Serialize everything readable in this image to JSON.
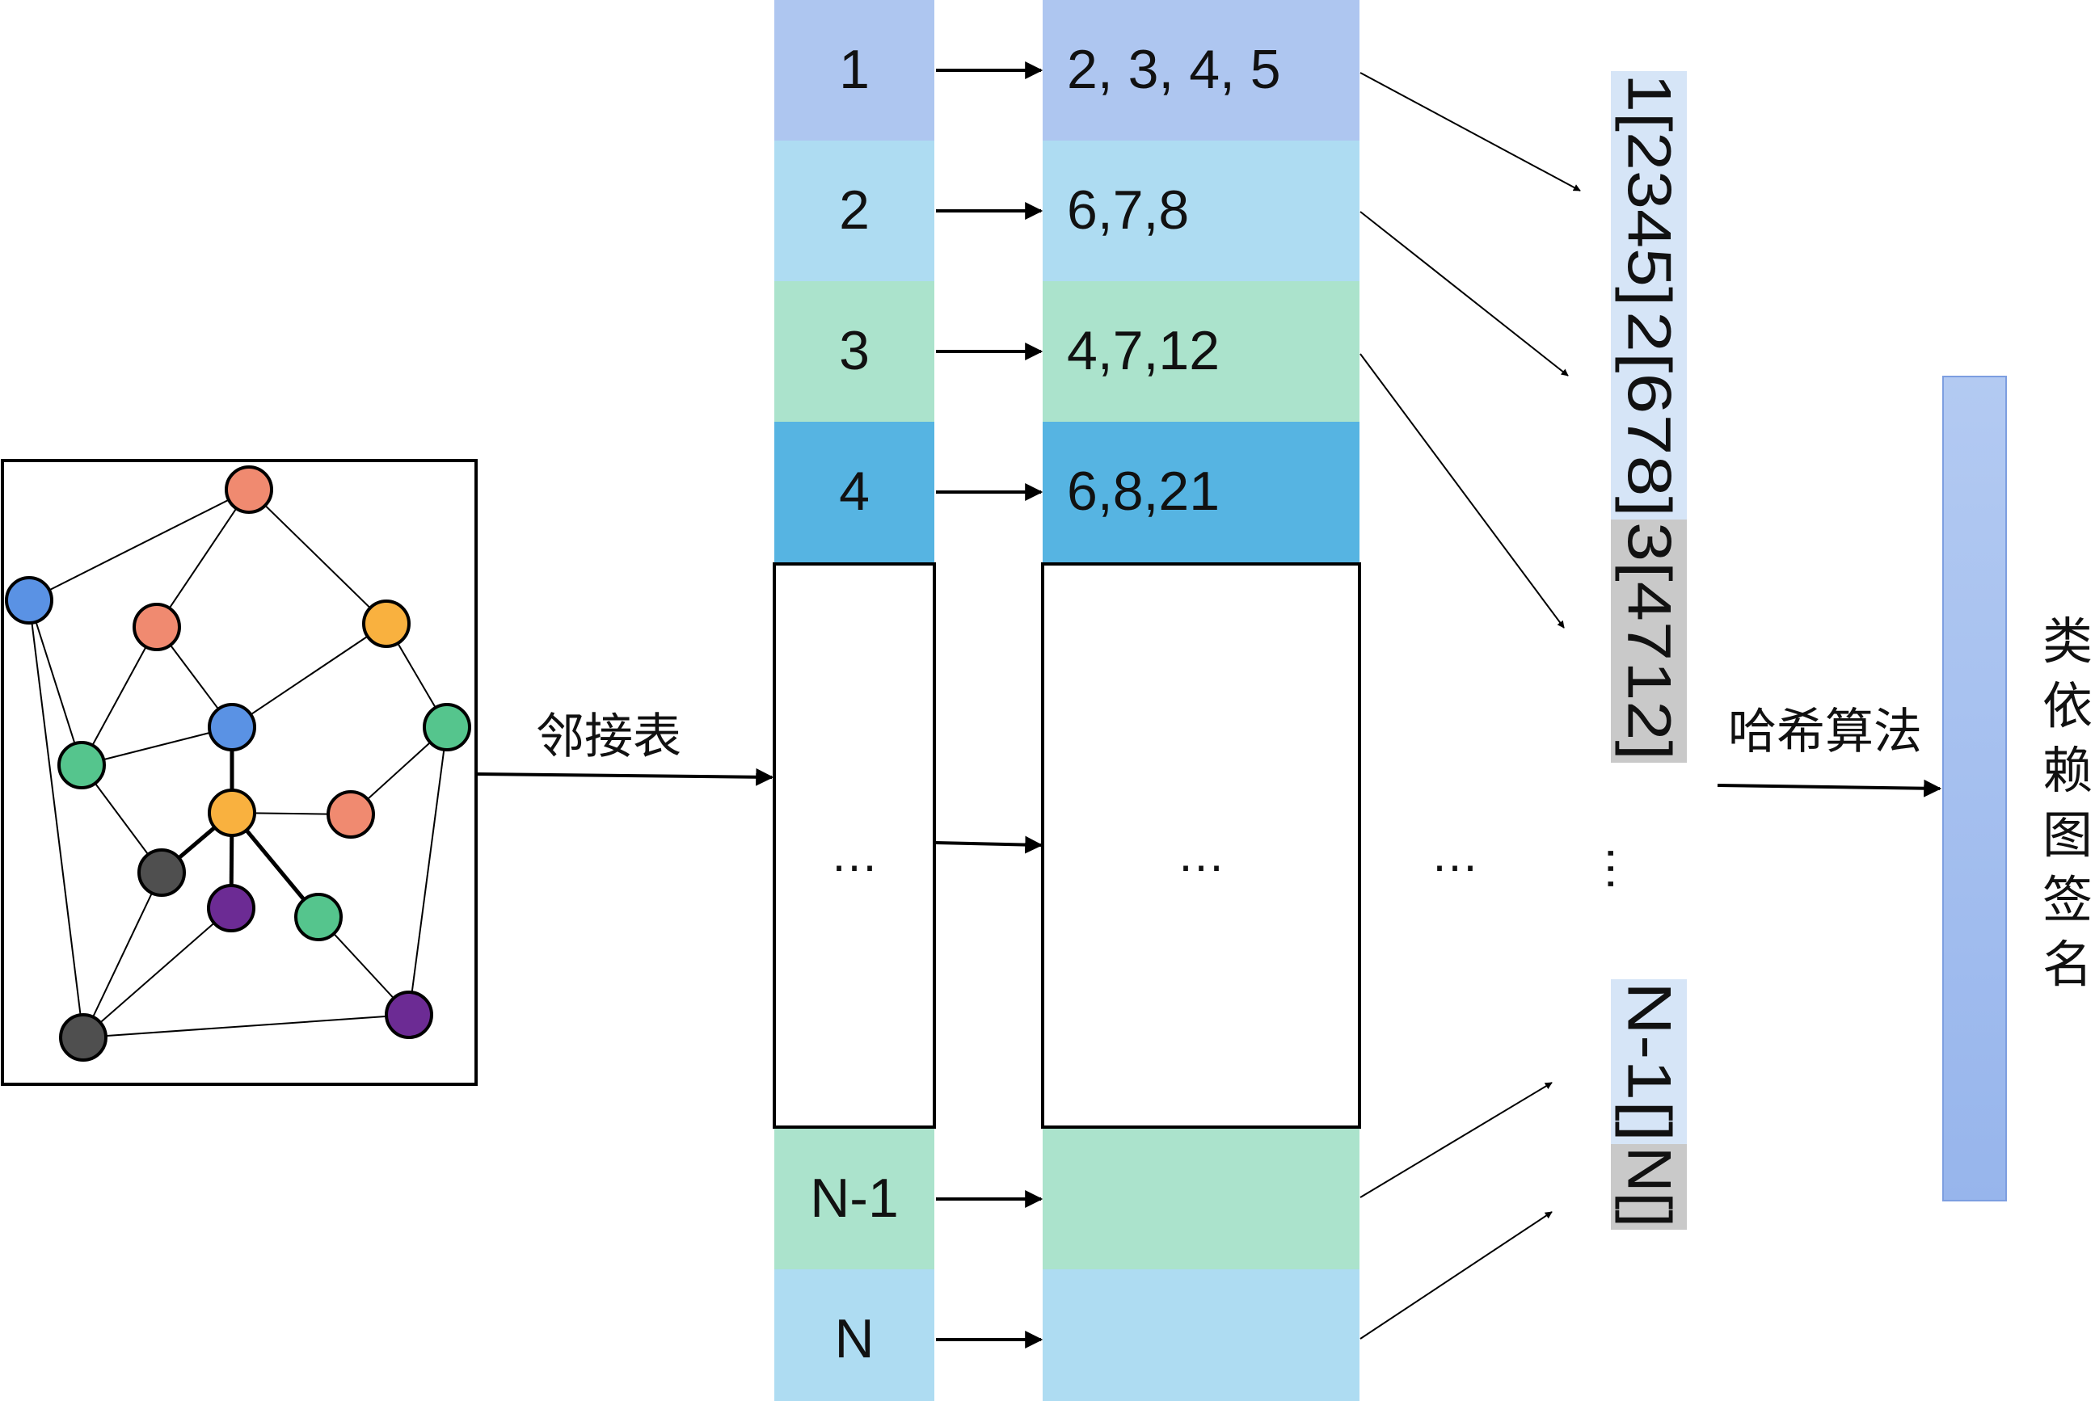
{
  "colors": {
    "row1": "#aec6f0",
    "row2": "#aedcf2",
    "row3": "#abe3cc",
    "row4": "#56b4e2",
    "rowN1": "#abe3cc",
    "rowN": "#aedcf2",
    "line": "#000000",
    "nodeOrange": "#f08a70",
    "nodeYellow": "#f9b13f",
    "nodeBlue": "#5a92e4",
    "nodeGreen": "#55c58d",
    "nodeGray": "#4f4f4f",
    "nodePurple": "#6c2b94",
    "sigLight": "#d6e5f7",
    "sigGray": "#c9c9c9",
    "barTop": "#b3caf2",
    "barBottom": "#97b5ec"
  },
  "edge_label": "邻接表",
  "hash_label": "哈希算法",
  "result_label": "类依赖图签名",
  "table": {
    "rows": [
      {
        "key": "1",
        "neighbors": "2, 3, 4, 5",
        "color": "row1"
      },
      {
        "key": "2",
        "neighbors": "6,7,8",
        "color": "row2"
      },
      {
        "key": "3",
        "neighbors": "4,7,12",
        "color": "row3"
      },
      {
        "key": "4",
        "neighbors": "6,8,21",
        "color": "row4"
      }
    ],
    "ellipsis_key": "…",
    "ellipsis_neighbors": "…",
    "tail_rows": [
      {
        "key": "N-1",
        "neighbors": "",
        "color": "rowN1"
      },
      {
        "key": "N",
        "neighbors": "",
        "color": "rowN"
      }
    ],
    "between_ellipsis": "…"
  },
  "signature": {
    "segments": [
      "1[2345]",
      "2[678]",
      "3[4712]"
    ],
    "ellipsis": "…",
    "tail_segments": [
      "N-1[]",
      "N[]"
    ]
  },
  "graph": {
    "nodes": [
      {
        "id": "a",
        "color": "nodeOrange"
      },
      {
        "id": "b",
        "color": "nodeBlue"
      },
      {
        "id": "c",
        "color": "nodeOrange"
      },
      {
        "id": "d",
        "color": "nodeYellow"
      },
      {
        "id": "e",
        "color": "nodeBlue"
      },
      {
        "id": "f",
        "color": "nodeGreen"
      },
      {
        "id": "g",
        "color": "nodeGreen"
      },
      {
        "id": "h",
        "color": "nodeYellow"
      },
      {
        "id": "i",
        "color": "nodeOrange"
      },
      {
        "id": "j",
        "color": "nodeGray"
      },
      {
        "id": "k",
        "color": "nodePurple"
      },
      {
        "id": "l",
        "color": "nodeGreen"
      },
      {
        "id": "m",
        "color": "nodeGray"
      },
      {
        "id": "n",
        "color": "nodePurple"
      }
    ],
    "edges": [
      [
        "b",
        "a"
      ],
      [
        "a",
        "c"
      ],
      [
        "a",
        "d"
      ],
      [
        "b",
        "f"
      ],
      [
        "b",
        "m"
      ],
      [
        "c",
        "f"
      ],
      [
        "c",
        "e"
      ],
      [
        "e",
        "f"
      ],
      [
        "e",
        "d"
      ],
      [
        "d",
        "g"
      ],
      [
        "g",
        "i"
      ],
      [
        "g",
        "n"
      ],
      [
        "f",
        "j"
      ],
      [
        "j",
        "m"
      ],
      [
        "m",
        "k"
      ],
      [
        "m",
        "n"
      ],
      [
        "l",
        "n"
      ],
      [
        "e",
        "h"
      ],
      [
        "h",
        "j"
      ],
      [
        "h",
        "k"
      ],
      [
        "h",
        "l"
      ],
      [
        "h",
        "i"
      ]
    ],
    "bold_edges": [
      [
        "e",
        "h"
      ],
      [
        "h",
        "j"
      ],
      [
        "h",
        "k"
      ],
      [
        "h",
        "l"
      ]
    ]
  }
}
